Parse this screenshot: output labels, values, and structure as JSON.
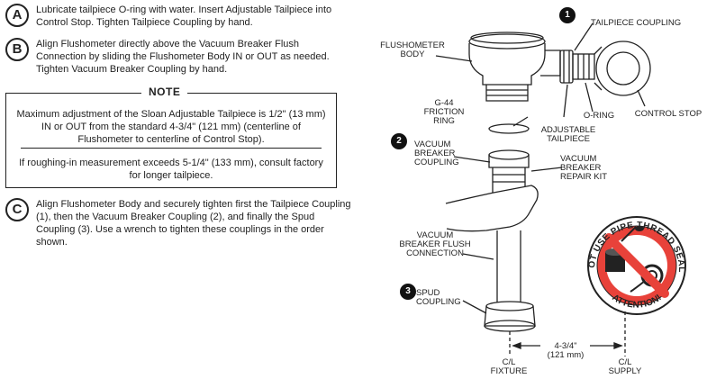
{
  "steps": {
    "a": {
      "letter": "A",
      "text": "Lubricate tailpiece O-ring with water. Insert Adjustable Tailpiece into Control Stop. Tighten Tailpiece Coupling by hand."
    },
    "b": {
      "letter": "B",
      "text": "Align Flushometer directly above the Vacuum Breaker Flush Connection by sliding the Flushometer Body IN or OUT as needed. Tighten Vacuum Breaker Coupling by hand."
    },
    "c": {
      "letter": "C",
      "text": "Align Flushometer Body and securely tighten first the Tailpiece Coupling (1), then the Vacuum Breaker Coupling (2), and finally the Spud Coupling (3). Use a wrench to tighten these couplings in the order shown."
    }
  },
  "note": {
    "title": "NOTE",
    "p1": "Maximum adjustment of the Sloan Adjustable Tailpiece is 1/2\" (13 mm) IN or OUT from the standard 4-3/4\" (121 mm) (centerline of Flushometer to centerline of Control Stop).",
    "p2": "If roughing-in measurement exceeds 5-1/4\" (133 mm), consult factory for longer tailpiece."
  },
  "diagram": {
    "num1": "1",
    "num2": "2",
    "num3": "3",
    "tailpiece_coupling": "TAILPIECE COUPLING",
    "flushometer_body": "FLUSHOMETER\nBODY",
    "g44_ring": "G-44\nFRICTION\nRING",
    "adjustable_tailpiece": "ADJUSTABLE\nTAILPIECE",
    "o_ring": "O-RING",
    "control_stop": "CONTROL STOP",
    "vacuum_breaker_coupling": "VACUUM\nBREAKER\nCOUPLING",
    "vacuum_breaker_repair_kit": "VACUUM\nBREAKER\nREPAIR KIT",
    "vacuum_breaker_flush_connection": "VACUUM\nBREAKER FLUSH\nCONNECTION",
    "spud_coupling": "SPUD\nCOUPLING",
    "dimension": "4-3/4\"\n(121 mm)",
    "cl_fixture": "C/L\nFIXTURE",
    "cl_supply": "C/L\nSUPPLY",
    "warning_text": "DO NOT USE PIPE THREAD SEALANT",
    "attention": "ATTENTION!"
  }
}
